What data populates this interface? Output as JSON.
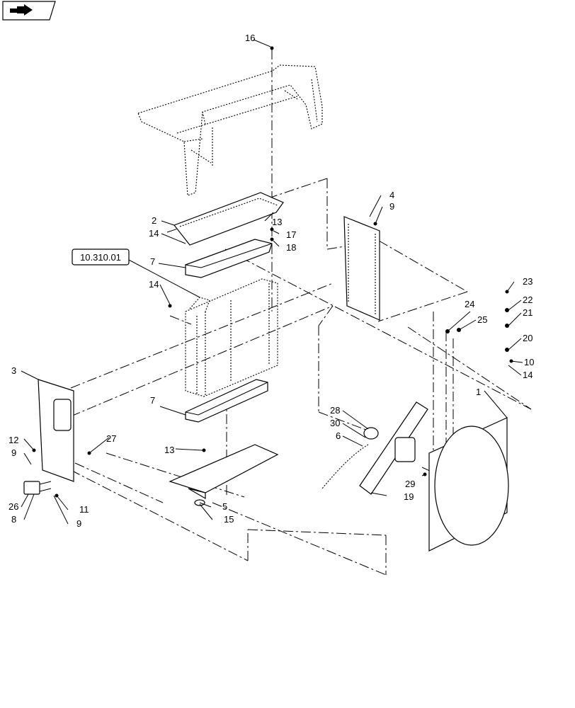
{
  "reference_label": "10.310.01",
  "nav_icon": "previous-page-arrow-icon",
  "callouts": [
    "16",
    "2",
    "13",
    "14",
    "17",
    "18",
    "7",
    "14",
    "4",
    "9",
    "23",
    "22",
    "21",
    "20",
    "10",
    "14",
    "24",
    "25",
    "7",
    "3",
    "12",
    "9",
    "27",
    "13",
    "28",
    "30",
    "6",
    "1",
    "29",
    "19",
    "5",
    "15",
    "26",
    "8",
    "11",
    "9"
  ]
}
